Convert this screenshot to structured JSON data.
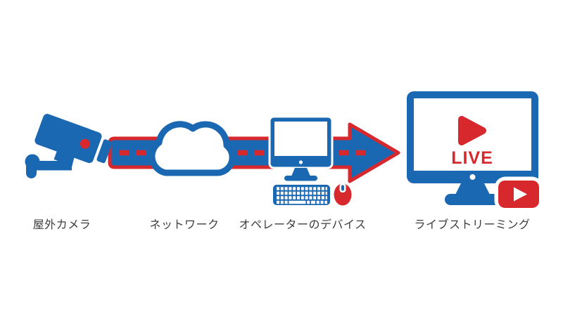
{
  "diagram": {
    "type": "flow",
    "direction": "left-to-right",
    "stages": [
      {
        "id": "outdoor-camera",
        "label": "屋外カメラ",
        "icon": "cctv-camera-icon"
      },
      {
        "id": "network",
        "label": "ネットワーク",
        "icon": "cloud-icon"
      },
      {
        "id": "operator-device",
        "label": "オペレーターのデバイス",
        "icon": "desktop-computer-icon"
      },
      {
        "id": "live-streaming",
        "label": "ライブストリーミング",
        "icon": "live-monitor-icon",
        "screen_text": "LIVE"
      }
    ],
    "connector": {
      "style": "road-arrow",
      "description": "blue band with red border and red dashed center line ending in arrowhead"
    },
    "colors": {
      "primary_blue": "#1a67b2",
      "accent_red": "#d7282e",
      "label_gray": "#3d3d3d",
      "background": "#ffffff",
      "screen_white": "#ffffff"
    }
  }
}
